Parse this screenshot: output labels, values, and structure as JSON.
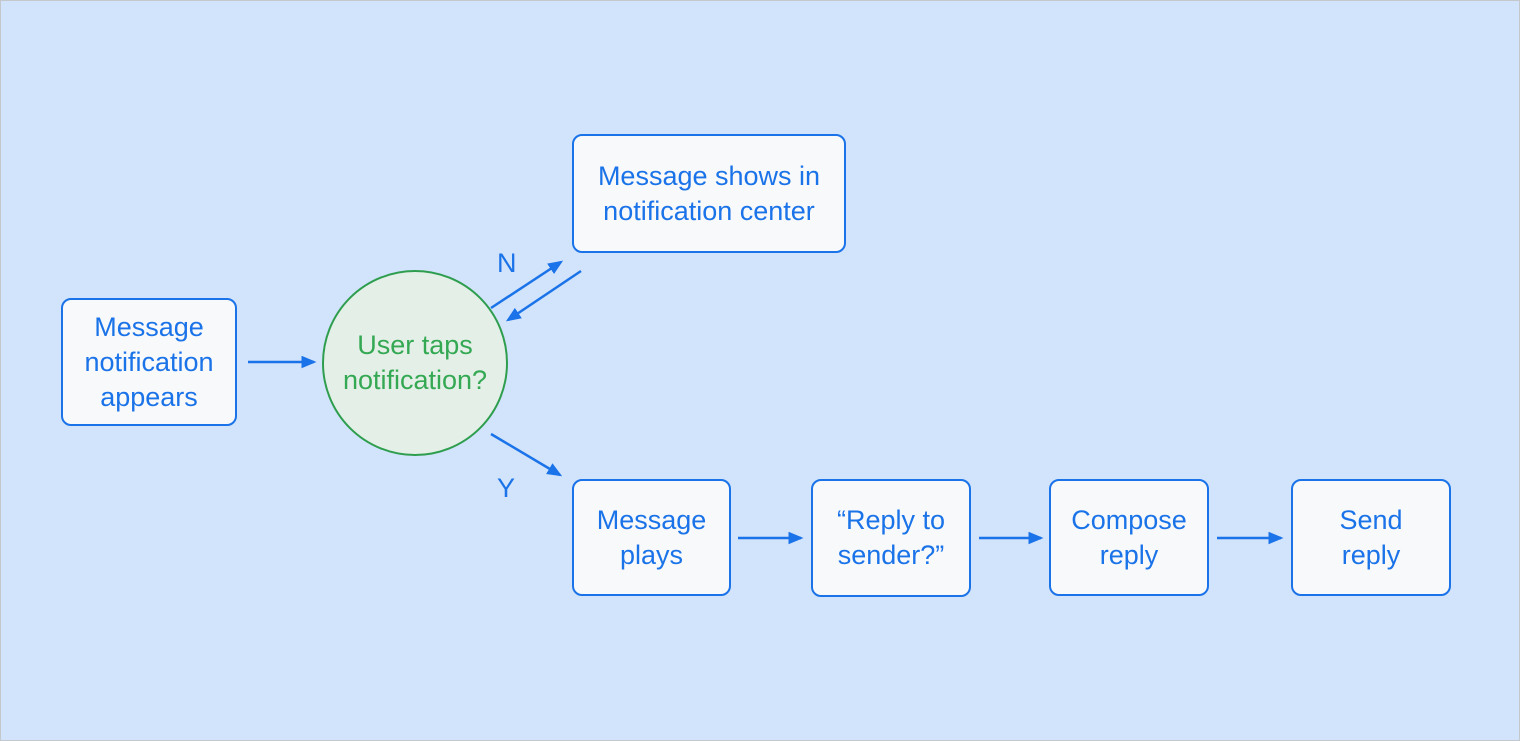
{
  "diagram": {
    "type": "flowchart",
    "colors": {
      "background": "#d2e3fc",
      "node_fill": "#f8f9fa",
      "node_border": "#1a73e8",
      "node_text": "#1a73e8",
      "arrow": "#1a73e8",
      "decision_fill": "#e4f0e7",
      "decision_border": "#2e9e4e",
      "decision_text": "#34a853"
    },
    "nodes": {
      "start": {
        "label": "Message\nnotification\nappears",
        "shape": "rectangle"
      },
      "decision": {
        "label": "User taps\nnotification?",
        "shape": "circle"
      },
      "notification_center": {
        "label": "Message shows in\nnotification center",
        "shape": "rectangle"
      },
      "message_plays": {
        "label": "Message\nplays",
        "shape": "rectangle"
      },
      "reply_to_sender": {
        "label": "“Reply to\nsender?”",
        "shape": "rectangle"
      },
      "compose_reply": {
        "label": "Compose\nreply",
        "shape": "rectangle"
      },
      "send_reply": {
        "label": "Send\nreply",
        "shape": "rectangle"
      }
    },
    "branch_labels": {
      "no": "N",
      "yes": "Y"
    },
    "edges": [
      {
        "from": "start",
        "to": "decision"
      },
      {
        "from": "decision",
        "to": "notification_center",
        "label": "N"
      },
      {
        "from": "notification_center",
        "to": "decision"
      },
      {
        "from": "decision",
        "to": "message_plays",
        "label": "Y"
      },
      {
        "from": "message_plays",
        "to": "reply_to_sender"
      },
      {
        "from": "reply_to_sender",
        "to": "compose_reply"
      },
      {
        "from": "compose_reply",
        "to": "send_reply"
      }
    ]
  }
}
